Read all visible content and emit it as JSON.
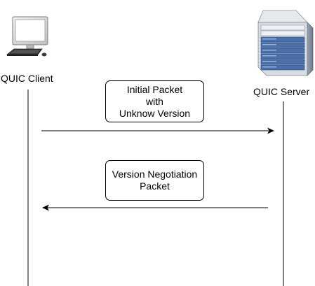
{
  "client": {
    "label": "QUIC Client",
    "icon": "desktop-computer-icon"
  },
  "server": {
    "label": "QUIC Server",
    "icon": "server-rack-icon"
  },
  "messages": [
    {
      "direction": "client-to-server",
      "lines": [
        "Initial Packet",
        "with",
        "Unknow Version"
      ]
    },
    {
      "direction": "server-to-client",
      "lines": [
        "Version Negotiation",
        "Packet"
      ]
    }
  ],
  "colors": {
    "line": "#000000",
    "rack_blue": "#4a6ea8",
    "rack_gray": "#cfd2d8"
  }
}
